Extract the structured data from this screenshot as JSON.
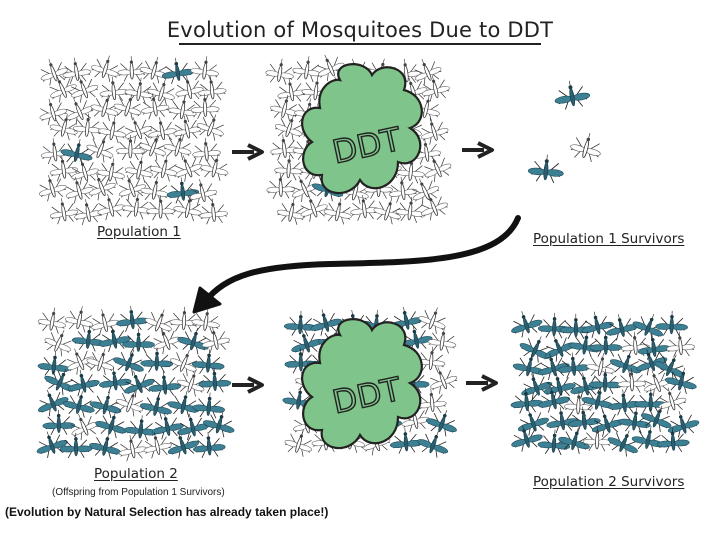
{
  "title": "Evolution of Mosquitoes Due to DDT",
  "pesticide_label": "DDT",
  "labels": {
    "population_1": "Population 1",
    "population_1_survivors": "Population 1 Survivors",
    "population_2": "Population 2",
    "population_2_subtitle": "(Offspring from Population 1 Survivors)",
    "population_2_survivors": "Population 2 Survivors",
    "footnote": "(Evolution by Natural Selection has already taken place!)"
  },
  "colors": {
    "resistant_mosquito": "#3d7f93",
    "susceptible_mosquito": "#ffffff",
    "ddt_cloud": "#7fc48a",
    "ink": "#222222"
  },
  "panels": [
    {
      "id": "p1",
      "resistant_fraction": 0.07
    },
    {
      "id": "p1-ddt",
      "resistant_fraction": 0.07
    },
    {
      "id": "p1-survivors",
      "resistant_fraction": 0.67
    },
    {
      "id": "p2",
      "resistant_fraction": 0.6
    },
    {
      "id": "p2-ddt",
      "resistant_fraction": 0.6
    },
    {
      "id": "p2-survivors",
      "resistant_fraction": 0.8
    }
  ]
}
